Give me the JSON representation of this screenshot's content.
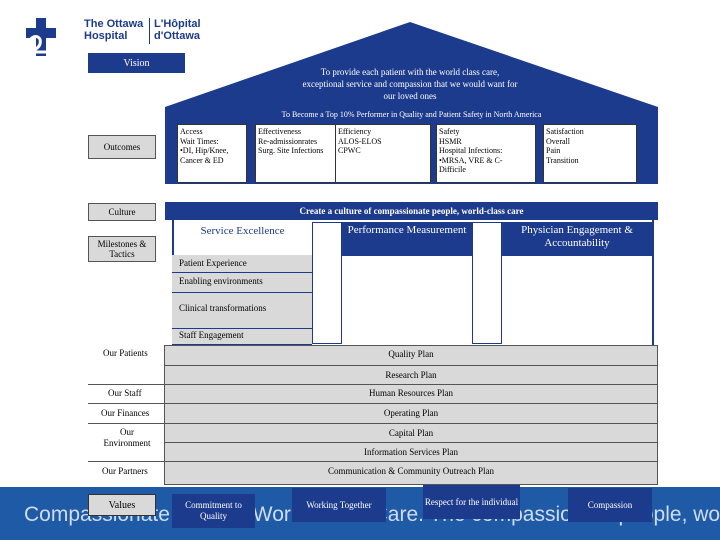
{
  "logo": {
    "line1_en": "The Ottawa",
    "line2_en": "Hospital",
    "line1_fr": "L'Hôpital",
    "line2_fr": "d'Ottawa"
  },
  "vision": {
    "label": "Vision",
    "statement": "To provide each patient with the world class care, exceptional service and compassion that we would want for our loved ones"
  },
  "goal": "To Become a Top 10% Performer in Quality and Patient Safety in North America",
  "outcomes": {
    "label": "Outcomes",
    "cells": [
      {
        "title": "Access",
        "lines": [
          "Wait Times:",
          "•DI, Hip/Knee,",
          "Cancer & ED"
        ]
      },
      {
        "title": "Effectiveness",
        "lines": [
          "Re-admissionrates",
          "Surg. Site Infections"
        ]
      },
      {
        "title": "Efficiency",
        "lines": [
          "ALOS-ELOS",
          "CPWC"
        ]
      },
      {
        "title": "Safety",
        "lines": [
          "HSMR",
          "Hospital Infections:",
          "•MRSA, VRE & C-",
          "Difficile"
        ]
      },
      {
        "title": "Satisfaction",
        "lines": [
          "Overall",
          "Pain",
          "Transition"
        ]
      }
    ]
  },
  "culture": {
    "label": "Culture",
    "statement": "Create a culture of compassionate people, world-class care"
  },
  "milestones": {
    "label": "Milestones & Tactics"
  },
  "pillars": {
    "service": "Service Excellence",
    "performance": "Performance Measurement",
    "physician": "Physician Engagement & Accountability"
  },
  "tactics": [
    "Patient Experience",
    "Enabling environments",
    "Clinical transformations",
    "Staff Engagement"
  ],
  "plans": {
    "patients_label": "Our Patients",
    "quality": "Quality Plan",
    "research": "Research Plan",
    "staff_label": "Our Staff",
    "hr": "Human Resources Plan",
    "finances_label": "Our Finances",
    "operating": "Operating Plan",
    "environment_label": "Our Environment",
    "capital": "Capital Plan",
    "is": "Information Services Plan",
    "partners_label": "Our Partners",
    "communication": "Communication & Community Outreach Plan"
  },
  "values": {
    "label": "Values",
    "items": [
      "Commitment to Quality",
      "Working Together",
      "Respect for the individual",
      "Compassion"
    ]
  },
  "footer_banner": "Compassionate People, World-Class Care. The compassionate people, world-class care."
}
